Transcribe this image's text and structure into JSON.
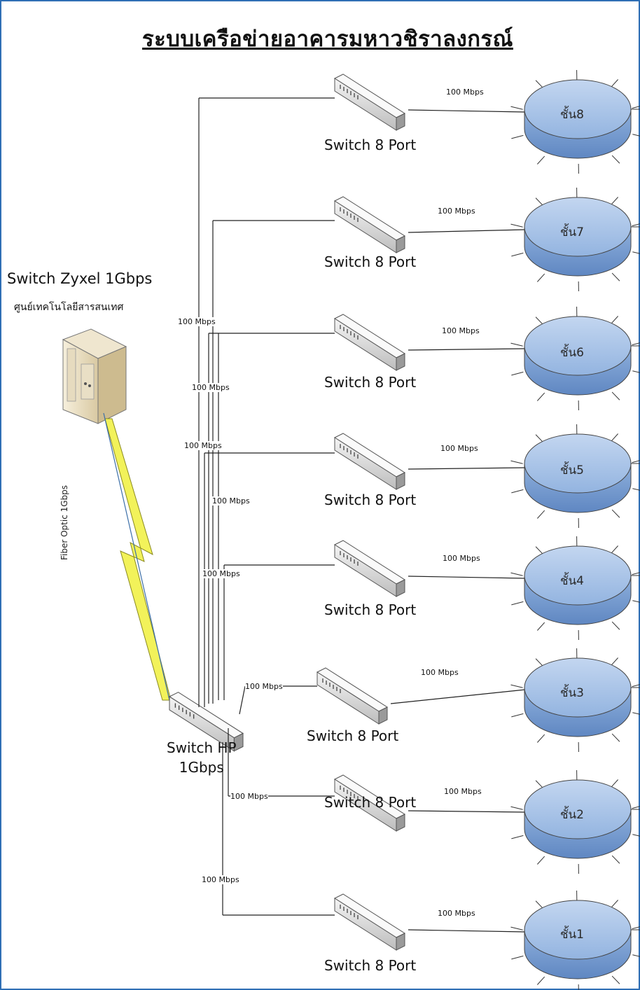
{
  "title": "ระบบเครือข่ายอาคารมหาวชิราลงกรณ์",
  "core": {
    "name": "Switch Zyxel 1Gbps",
    "location": "ศูนย์เทคโนโลยีสารสนเทศ",
    "icon": "server-tower-icon"
  },
  "fiber_label": "Fiber Optic 1Gbps",
  "hp_switch": {
    "line1": "Switch HP",
    "line2": "1Gbps",
    "icon": "network-switch-icon"
  },
  "branch_speeds": [
    "100 Mbps",
    "100 Mbps",
    "100 Mbps",
    "100 Mbps",
    "100 Mbps",
    "100 Mbps",
    "100 Mbps",
    "100 Mbps"
  ],
  "floors": [
    {
      "switch_label": "Switch 8 Port",
      "link_speed": "100 Mbps",
      "floor_label": "ชั้น8"
    },
    {
      "switch_label": "Switch 8 Port",
      "link_speed": "100 Mbps",
      "floor_label": "ชั้น7"
    },
    {
      "switch_label": "Switch 8 Port",
      "link_speed": "100 Mbps",
      "floor_label": "ชั้น6"
    },
    {
      "switch_label": "Switch 8 Port",
      "link_speed": "100 Mbps",
      "floor_label": "ชั้น5"
    },
    {
      "switch_label": "Switch 8 Port",
      "link_speed": "100 Mbps",
      "floor_label": "ชั้น4"
    },
    {
      "switch_label": "Switch 8 Port",
      "link_speed": "100 Mbps",
      "floor_label": "ชั้น3"
    },
    {
      "switch_label": "Switch 8 Port",
      "link_speed": "100 Mbps",
      "floor_label": "ชั้น2"
    },
    {
      "switch_label": "Switch 8 Port",
      "link_speed": "100 Mbps",
      "floor_label": "ชั้น1"
    }
  ],
  "colors": {
    "frame": "#2f6fb5",
    "hub_top": "#a9c4e8",
    "hub_side": "#7fa7d8",
    "fiber": "#f2f25a",
    "line": "#222222"
  }
}
